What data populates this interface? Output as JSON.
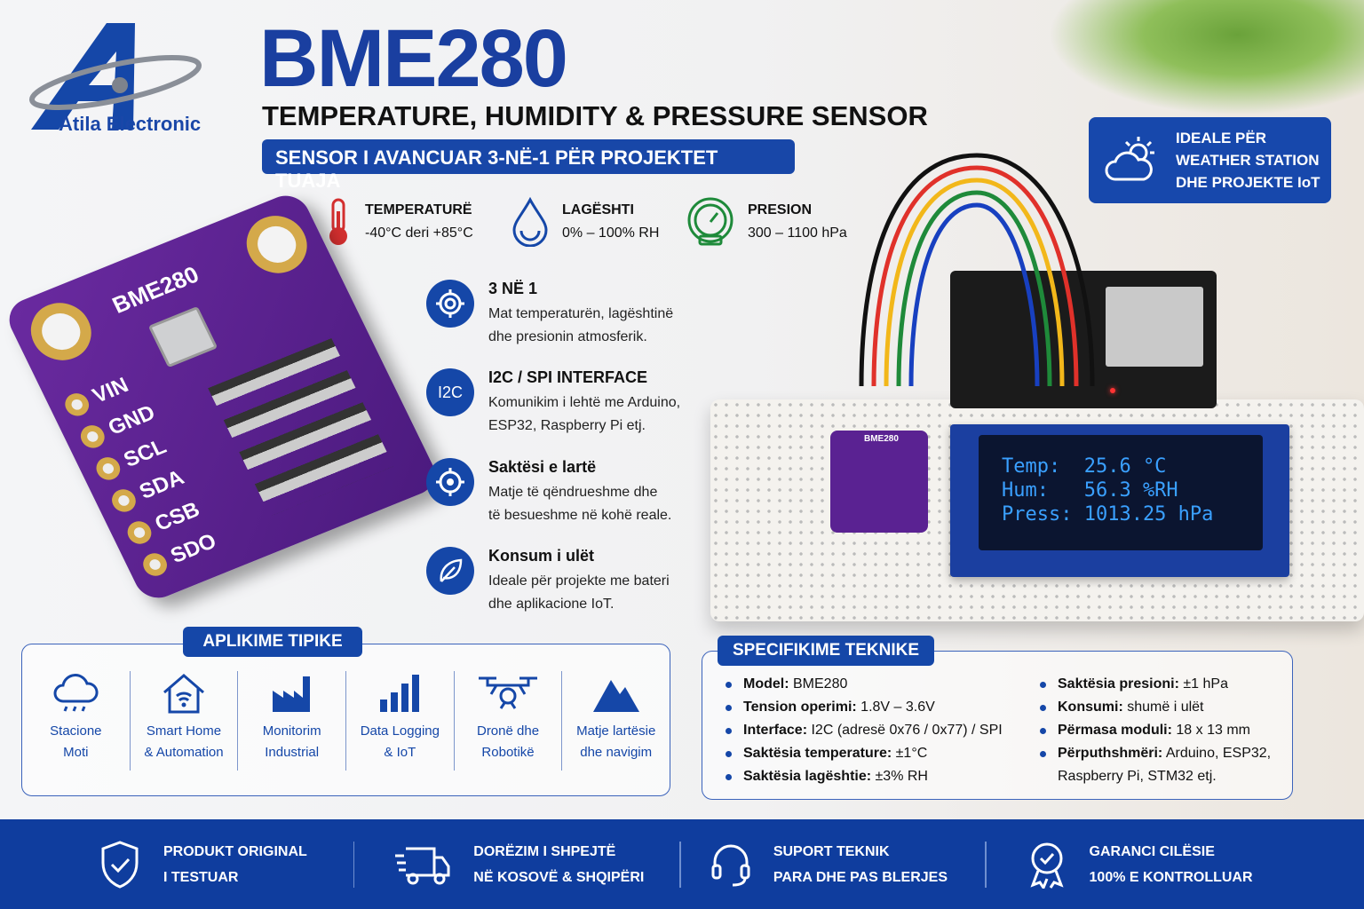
{
  "brand": {
    "name": "Atila Electronic",
    "accent": "#1547a8"
  },
  "header": {
    "title": "BME280",
    "subtitle": "TEMPERATURE, HUMIDITY & PRESSURE SENSOR",
    "tagline": "SENSOR I AVANCUAR 3-NË-1 PËR PROJEKTET TUAJA"
  },
  "badge": {
    "lines": [
      "IDEALE PËR",
      "WEATHER STATION",
      "DHE PROJEKTE IoT"
    ]
  },
  "ranges": [
    {
      "icon": "thermometer-icon",
      "title": "TEMPERATURË",
      "value": "-40°C deri +85°C"
    },
    {
      "icon": "water-drop-icon",
      "title": "LAGËSHTI",
      "value": "0% – 100% RH"
    },
    {
      "icon": "gauge-icon",
      "title": "PRESION",
      "value": "300 – 1100 hPa"
    }
  ],
  "features": [
    {
      "title": "3 NË 1",
      "lines": [
        "Mat temperaturën, lagështinë",
        "dhe presionin atmosferik."
      ]
    },
    {
      "title": "I2C / SPI INTERFACE",
      "lines": [
        "Komunikim i lehtë me Arduino,",
        "ESP32, Raspberry Pi etj."
      ],
      "icon_text": "I2C"
    },
    {
      "title": "Saktësi e lartë",
      "lines": [
        "Matje të qëndrueshme dhe",
        "të besueshme në kohë reale."
      ]
    },
    {
      "title": "Konsum i ulët",
      "lines": [
        "Ideale për projekte me bateri",
        "dhe aplikacione IoT."
      ]
    }
  ],
  "pcb": {
    "label": "BME280",
    "pins": [
      "VIN",
      "GND",
      "SCL",
      "SDA",
      "CSB",
      "SDO"
    ]
  },
  "lcd": {
    "lines": [
      "Temp:  25.6 °C",
      "Hum:   56.3 %RH",
      "Press: 1013.25 hPa"
    ]
  },
  "applications": {
    "label": "APLIKIME TIPIKE",
    "items": [
      {
        "l1": "Stacione",
        "l2": "Moti"
      },
      {
        "l1": "Smart Home",
        "l2": "& Automation"
      },
      {
        "l1": "Monitorim",
        "l2": "Industrial"
      },
      {
        "l1": "Data Logging",
        "l2": "& IoT"
      },
      {
        "l1": "Dronë dhe",
        "l2": "Robotikë"
      },
      {
        "l1": "Matje lartësie",
        "l2": "dhe navigim"
      }
    ]
  },
  "specs": {
    "label": "SPECIFIKIME TEKNIKE",
    "left": [
      {
        "k": "Model:",
        "v": " BME280"
      },
      {
        "k": "Tension operimi:",
        "v": " 1.8V – 3.6V"
      },
      {
        "k": "Interface:",
        "v": " I2C (adresë 0x76 / 0x77) / SPI"
      },
      {
        "k": "Saktësia temperature:",
        "v": " ±1°C"
      },
      {
        "k": "Saktësia lagështie:",
        "v": " ±3% RH"
      }
    ],
    "right": [
      {
        "k": "Saktësia presioni:",
        "v": " ±1 hPa"
      },
      {
        "k": "Konsumi:",
        "v": " shumë i ulët"
      },
      {
        "k": "Përmasa moduli:",
        "v": " 18 x 13 mm"
      },
      {
        "k": "Përputhshmëri:",
        "v": " Arduino, ESP32,"
      },
      {
        "k": "",
        "v": "Raspberry Pi, STM32 etj."
      }
    ]
  },
  "footer": [
    {
      "l1": "PRODUKT ORIGINAL",
      "l2": "I TESTUAR"
    },
    {
      "l1": "DORËZIM I SHPEJTË",
      "l2": "NË KOSOVË & SHQIPËRI"
    },
    {
      "l1": "SUPORT TEKNIK",
      "l2": "PARA DHE PAS BLERJES"
    },
    {
      "l1": "GARANCI CILËSIE",
      "l2": "100% E KONTROLLUAR"
    }
  ]
}
